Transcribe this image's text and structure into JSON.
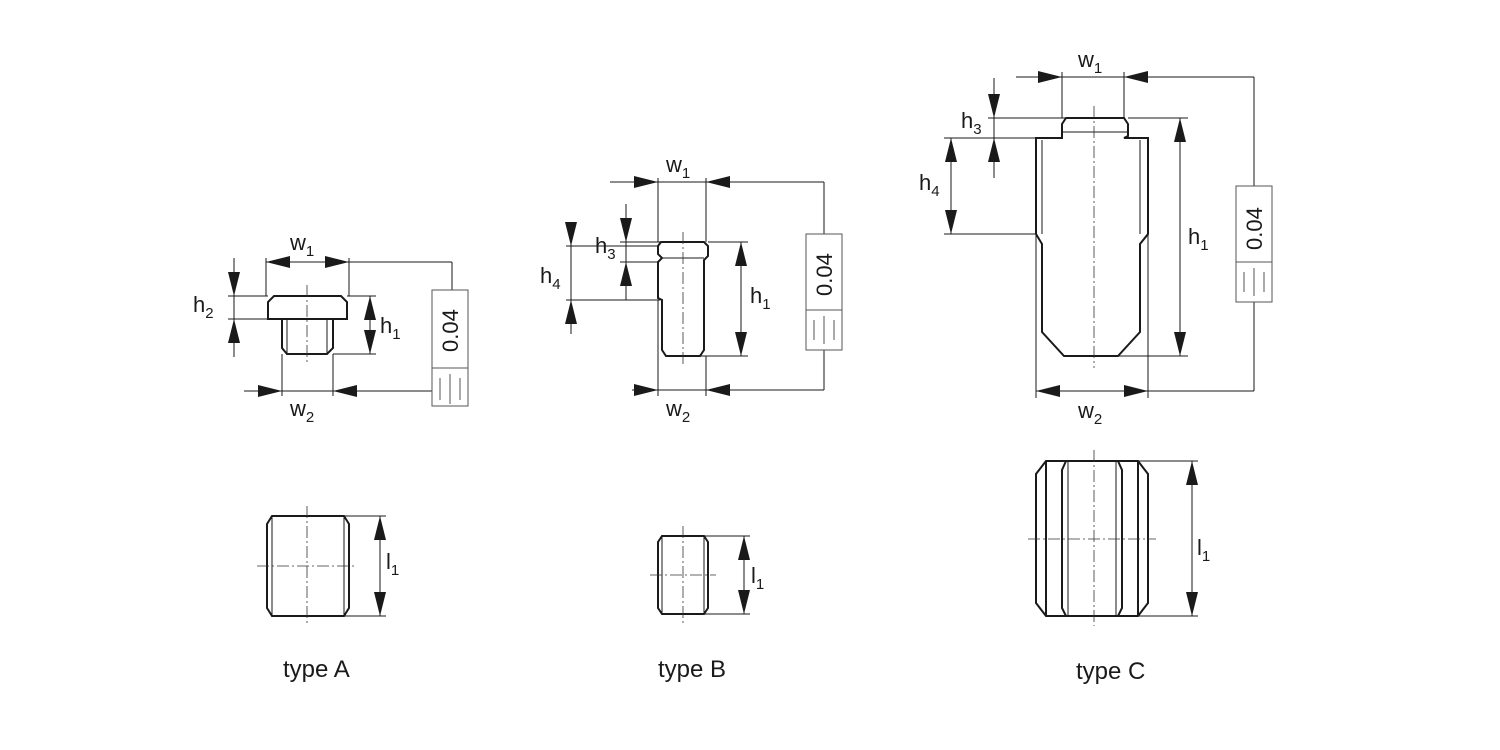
{
  "drawings": [
    {
      "caption": "type A",
      "tolerance": "0.04",
      "labels": {
        "w1": "w",
        "w1s": "1",
        "w2": "w",
        "w2s": "2",
        "h1": "h",
        "h1s": "1",
        "h2": "h",
        "h2s": "2",
        "l1": "l",
        "l1s": "1"
      }
    },
    {
      "caption": "type B",
      "tolerance": "0.04",
      "labels": {
        "w1": "w",
        "w1s": "1",
        "w2": "w",
        "w2s": "2",
        "h1": "h",
        "h1s": "1",
        "h3": "h",
        "h3s": "3",
        "h4": "h",
        "h4s": "4",
        "l1": "l",
        "l1s": "1"
      }
    },
    {
      "caption": "type C",
      "tolerance": "0.04",
      "labels": {
        "w1": "w",
        "w1s": "1",
        "w2": "w",
        "w2s": "2",
        "h1": "h",
        "h1s": "1",
        "h3": "h",
        "h3s": "3",
        "h4": "h",
        "h4s": "4",
        "l1": "l",
        "l1s": "1"
      }
    }
  ]
}
